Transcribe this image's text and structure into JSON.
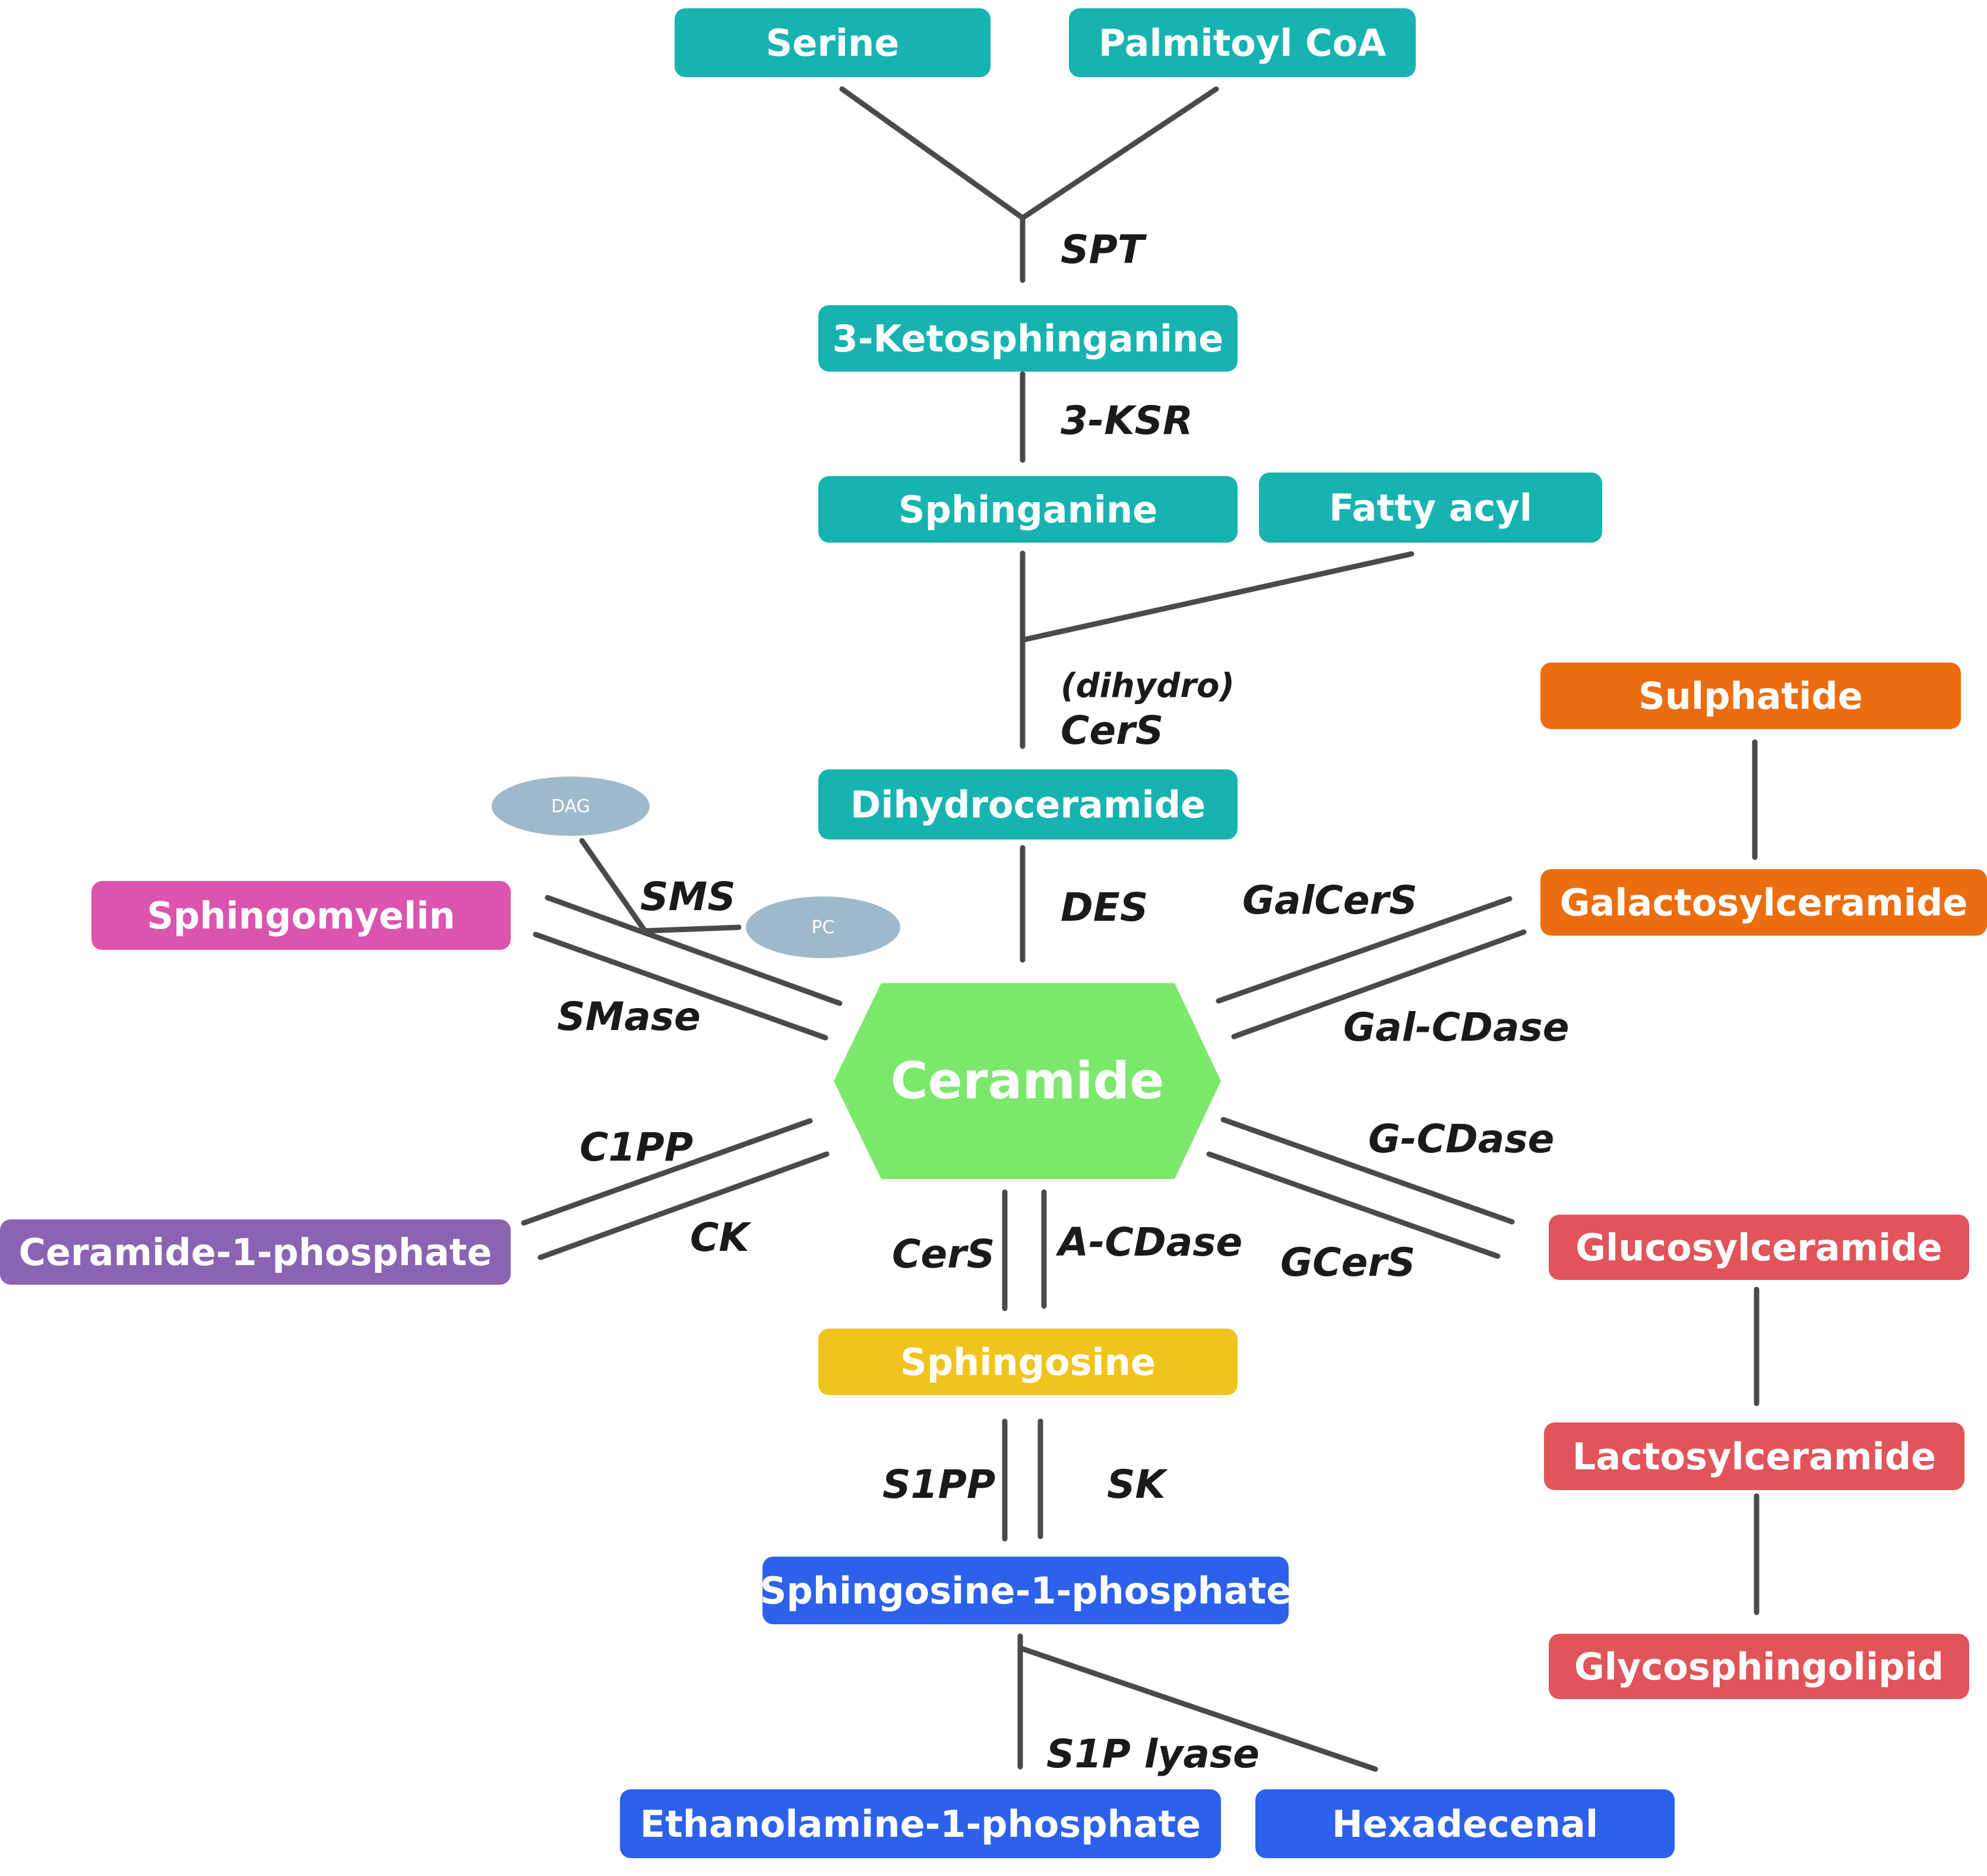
{
  "colors": {
    "teal": "#17b3b0",
    "orange": "#ec6d0f",
    "red": "#e0545a",
    "magenta": "#db54ad",
    "purple": "#8a63b3",
    "yellow": "#f0c41d",
    "blue": "#2c61ec",
    "ceramide_green": "#7be86b",
    "oval": "#9fb9cc",
    "arrow": "#4a4a4a"
  },
  "nodes": {
    "serine": "Serine",
    "palmitoyl_coa": "Palmitoyl CoA",
    "ketosphinganine": "3-Ketosphinganine",
    "sphinganine": "Sphinganine",
    "fatty_acyl": "Fatty acyl",
    "dihydroceramide": "Dihydroceramide",
    "ceramide": "Ceramide",
    "sphingomyelin": "Sphingomyelin",
    "ceramide_1_phosphate": "Ceramide-1-phosphate",
    "sphingosine": "Sphingosine",
    "sphingosine_1_phosphate": "Sphingosine-1-phosphate",
    "ethanolamine_1_phosphate": "Ethanolamine-1-phosphate",
    "hexadecenal": "Hexadecenal",
    "sulphatide": "Sulphatide",
    "galactosylceramide": "Galactosylceramide",
    "glucosylceramide": "Glucosylceramide",
    "lactosylceramide": "Lactosylceramide",
    "glycosphingolipid": "Glycosphingolipid",
    "dag": "DAG",
    "pc": "PC"
  },
  "enzymes": {
    "spt": "SPT",
    "ksr": "3-KSR",
    "dihydro": "(dihydro)",
    "cers_top": "CerS",
    "des": "DES",
    "sms": "SMS",
    "smase": "SMase",
    "galcers": "GalCerS",
    "gal_cdase": "Gal-CDase",
    "g_cdase": "G-CDase",
    "gcers": "GCerS",
    "c1pp": "C1PP",
    "ck": "CK",
    "cers_bottom": "CerS",
    "a_cdase": "A-CDase",
    "s1pp": "S1PP",
    "sk": "SK",
    "s1p_lyase": "S1P lyase"
  }
}
